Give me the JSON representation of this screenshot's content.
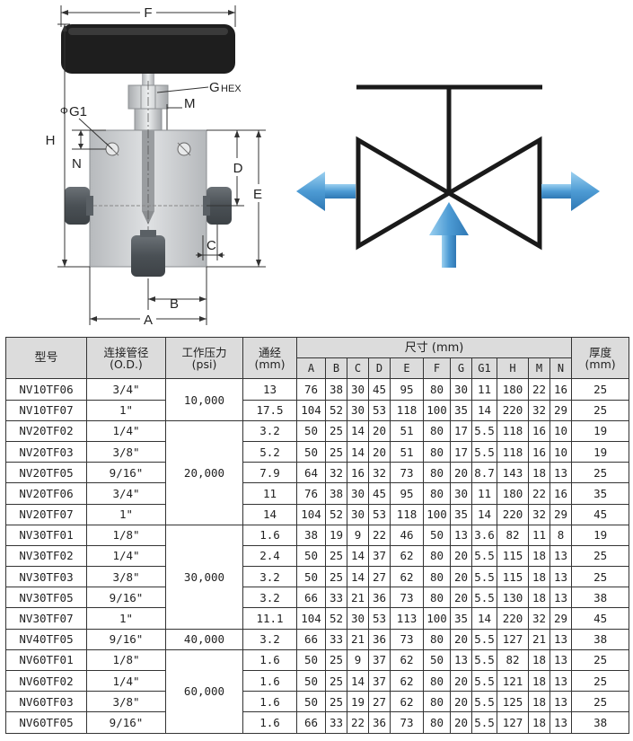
{
  "figure": {
    "dim_labels": {
      "F": "F",
      "G_hex_g": "G",
      "G_hex_sub": "HEX",
      "M": "M",
      "G1_prefix": "Φ",
      "G1": "G1",
      "H": "H",
      "N": "N",
      "D": "D",
      "E": "E",
      "C": "C",
      "B": "B",
      "A": "A"
    },
    "colors": {
      "handle": "#1e1e1e",
      "body": "#c8cacc",
      "port": "#555b60",
      "flow_arrow": "#4d9bd4",
      "symbol": "#1a1a1a"
    }
  },
  "table": {
    "headers": {
      "model": "型号",
      "od": "连接管径",
      "od_unit": "(O.D.)",
      "pressure": "工作压力",
      "pressure_unit": "(psi)",
      "orifice": "通经",
      "orifice_unit": "(mm)",
      "dims": "尺寸 (mm)",
      "thickness": "厚度",
      "thickness_unit": "(mm)",
      "dim_cols": [
        "A",
        "B",
        "C",
        "D",
        "E",
        "F",
        "G",
        "G1",
        "H",
        "M",
        "N"
      ]
    },
    "pressure_groups": [
      {
        "label": "10,000",
        "start": 0,
        "span": 2
      },
      {
        "label": "20,000",
        "start": 2,
        "span": 5
      },
      {
        "label": "30,000",
        "start": 7,
        "span": 5
      },
      {
        "label": "40,000",
        "start": 12,
        "span": 1
      },
      {
        "label": "60,000",
        "start": 13,
        "span": 4
      }
    ],
    "rows": [
      [
        "NV10TF06",
        "3/4\"",
        "13",
        "76",
        "38",
        "30",
        "45",
        "95",
        "80",
        "30",
        "11",
        "180",
        "22",
        "16",
        "25"
      ],
      [
        "NV10TF07",
        "1\"",
        "17.5",
        "104",
        "52",
        "30",
        "53",
        "118",
        "100",
        "35",
        "14",
        "220",
        "32",
        "29",
        "25"
      ],
      [
        "NV20TF02",
        "1/4\"",
        "3.2",
        "50",
        "25",
        "14",
        "20",
        "51",
        "80",
        "17",
        "5.5",
        "118",
        "16",
        "10",
        "19"
      ],
      [
        "NV20TF03",
        "3/8\"",
        "5.2",
        "50",
        "25",
        "14",
        "20",
        "51",
        "80",
        "17",
        "5.5",
        "118",
        "16",
        "10",
        "19"
      ],
      [
        "NV20TF05",
        "9/16\"",
        "7.9",
        "64",
        "32",
        "16",
        "32",
        "73",
        "80",
        "20",
        "8.7",
        "143",
        "18",
        "13",
        "25"
      ],
      [
        "NV20TF06",
        "3/4\"",
        "11",
        "76",
        "38",
        "30",
        "45",
        "95",
        "80",
        "30",
        "11",
        "180",
        "22",
        "16",
        "35"
      ],
      [
        "NV20TF07",
        "1\"",
        "14",
        "104",
        "52",
        "30",
        "53",
        "118",
        "100",
        "35",
        "14",
        "220",
        "32",
        "29",
        "45"
      ],
      [
        "NV30TF01",
        "1/8\"",
        "1.6",
        "38",
        "19",
        "9",
        "22",
        "46",
        "50",
        "13",
        "3.6",
        "82",
        "11",
        "8",
        "19"
      ],
      [
        "NV30TF02",
        "1/4\"",
        "2.4",
        "50",
        "25",
        "14",
        "37",
        "62",
        "80",
        "20",
        "5.5",
        "115",
        "18",
        "13",
        "25"
      ],
      [
        "NV30TF03",
        "3/8\"",
        "3.2",
        "50",
        "25",
        "14",
        "27",
        "62",
        "80",
        "20",
        "5.5",
        "115",
        "18",
        "13",
        "25"
      ],
      [
        "NV30TF05",
        "9/16\"",
        "3.2",
        "66",
        "33",
        "21",
        "36",
        "73",
        "80",
        "20",
        "5.5",
        "130",
        "18",
        "13",
        "38"
      ],
      [
        "NV30TF07",
        "1\"",
        "11.1",
        "104",
        "52",
        "30",
        "53",
        "113",
        "100",
        "35",
        "14",
        "220",
        "32",
        "29",
        "45"
      ],
      [
        "NV40TF05",
        "9/16\"",
        "3.2",
        "66",
        "33",
        "21",
        "36",
        "73",
        "80",
        "20",
        "5.5",
        "127",
        "21",
        "13",
        "38"
      ],
      [
        "NV60TF01",
        "1/8\"",
        "1.6",
        "50",
        "25",
        "9",
        "37",
        "62",
        "50",
        "13",
        "5.5",
        "82",
        "18",
        "13",
        "25"
      ],
      [
        "NV60TF02",
        "1/4\"",
        "1.6",
        "50",
        "25",
        "14",
        "37",
        "62",
        "80",
        "20",
        "5.5",
        "121",
        "18",
        "13",
        "25"
      ],
      [
        "NV60TF03",
        "3/8\"",
        "1.6",
        "50",
        "25",
        "19",
        "27",
        "62",
        "80",
        "20",
        "5.5",
        "125",
        "18",
        "13",
        "25"
      ],
      [
        "NV60TF05",
        "9/16\"",
        "1.6",
        "66",
        "33",
        "22",
        "36",
        "73",
        "80",
        "20",
        "5.5",
        "127",
        "18",
        "13",
        "38"
      ]
    ]
  }
}
